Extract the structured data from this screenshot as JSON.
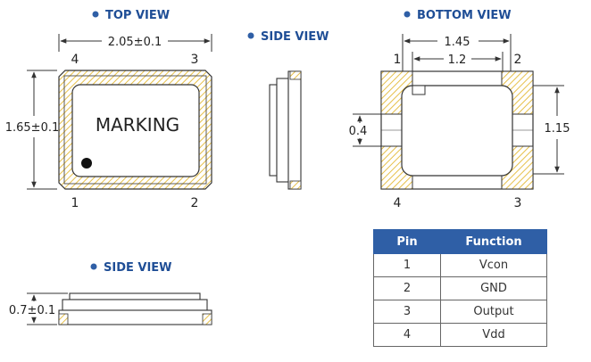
{
  "colors": {
    "accent": "#2f5fa6",
    "hatch": "#e6c04a",
    "line": "#333333"
  },
  "top_view": {
    "title": "TOP VIEW",
    "width_dim": "2.05±0.1",
    "height_dim": "1.65±0.1",
    "marking": "MARKING",
    "pins": {
      "p1": "1",
      "p2": "2",
      "p3": "3",
      "p4": "4"
    }
  },
  "side_view_right": {
    "title": "SIDE VIEW"
  },
  "side_view_bottom": {
    "title": "SIDE VIEW",
    "thickness_dim": "0.7±0.1"
  },
  "bottom_view": {
    "title": "BOTTOM VIEW",
    "outer_width_dim": "1.45",
    "inner_width_dim": "1.2",
    "pad_height_dim": "1.15",
    "pad_gap_dim": "0.4",
    "pins": {
      "p1": "1",
      "p2": "2",
      "p3": "3",
      "p4": "4"
    }
  },
  "pin_table": {
    "headers": [
      "Pin",
      "Function"
    ],
    "rows": [
      [
        "1",
        "Vcon"
      ],
      [
        "2",
        "GND"
      ],
      [
        "3",
        "Output"
      ],
      [
        "4",
        "Vdd"
      ]
    ]
  }
}
